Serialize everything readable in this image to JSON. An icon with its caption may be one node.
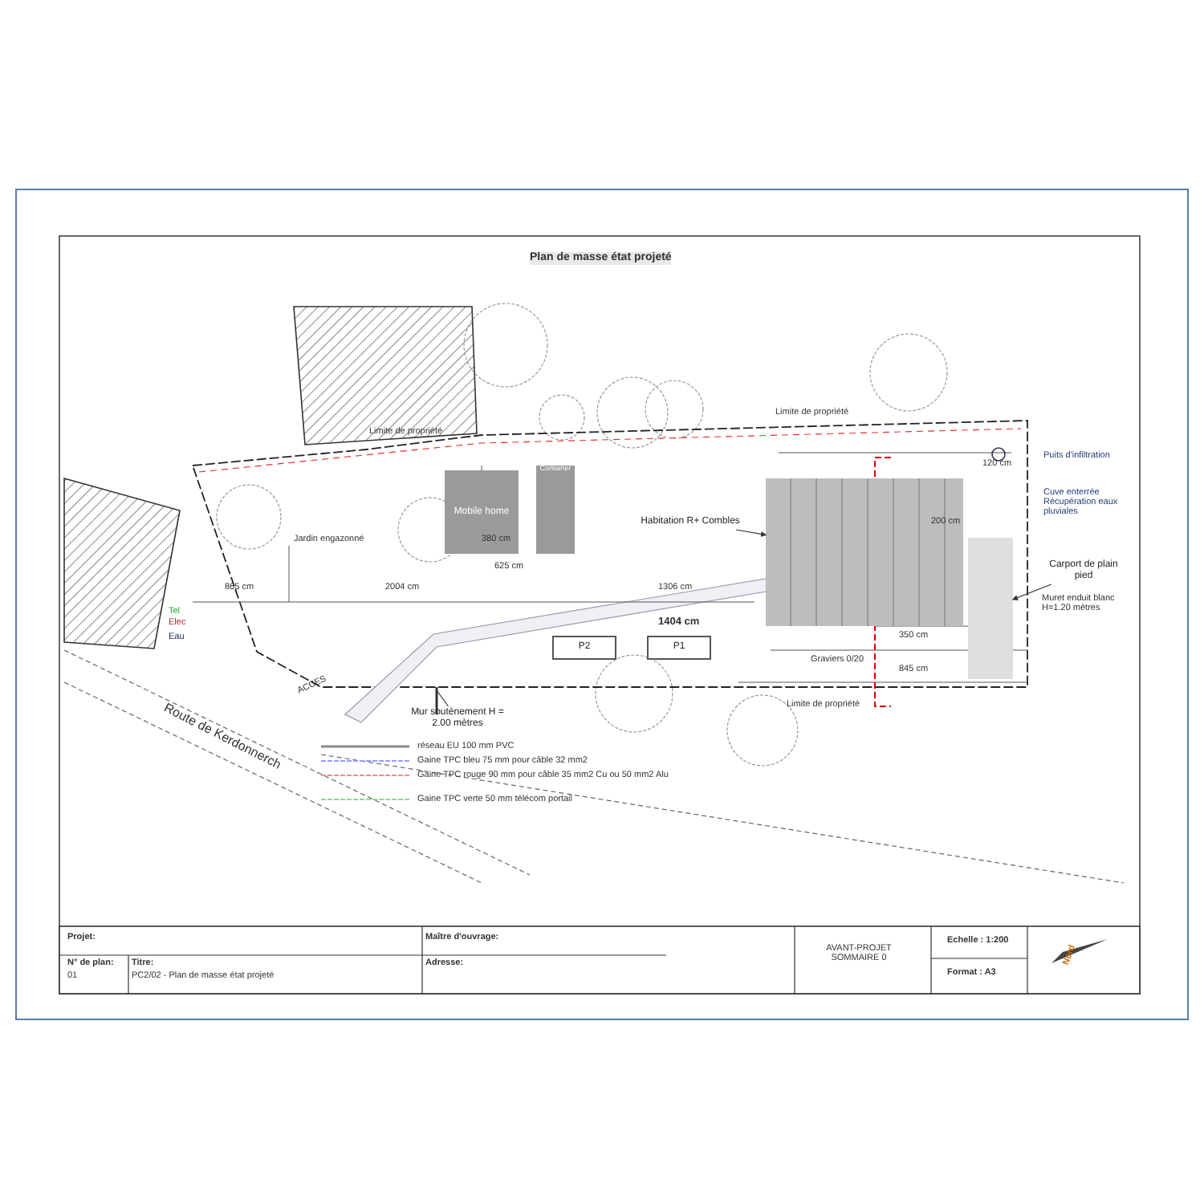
{
  "diagram": {
    "title": "Plan de masse état projeté",
    "nodes": [
      {
        "text": [
          "Mobile home"
        ]
      },
      {
        "text": [
          "Container"
        ]
      },
      {
        "text": [],
        "shape": "box"
      },
      {
        "text": [
          "Habitation R+ Combles"
        ]
      },
      {
        "text": [
          "P2"
        ]
      },
      {
        "text": [
          "P1"
        ]
      },
      {
        "text": [],
        "shape": "box"
      },
      {
        "text": [
          "Carport de plain pied"
        ]
      },
      {
        "text": [
          "Mur soutènement H = 2.00 mètres"
        ]
      }
    ],
    "edges": [
      {
        "from": 3,
        "to": 2,
        "arrow": "to"
      },
      {
        "from": 7,
        "to": 6,
        "arrow": "to"
      },
      {
        "from": 8,
        "to": null,
        "arrow": "none"
      }
    ],
    "labels": [
      "Limite de propriété",
      "Limite de propriété",
      "Puits d'infiltration",
      "Cuve enterrée Récupération eaux pluviales",
      "Jardin engazonné",
      "380 cm",
      "625 cm",
      "865 cm",
      "2004 cm",
      "1306 cm",
      "1404 cm",
      "200 cm",
      "120 cm",
      "Muret enduit blanc H=1.20 mètres",
      "Tel",
      "Elec",
      "Eau",
      "ACCES",
      "Route de Kerdonnerch",
      "350 cm",
      "Graviers 0/20",
      "845 cm",
      "Limite de propriété",
      "Projet:",
      "N° de plan:",
      "01",
      "Titre:",
      "PC2/02 - Plan de masse état projeté",
      "Maître d'ouvrage:",
      "Adresse:",
      "AVANT-PROJET SOMMAIRE 0",
      "Echelle : 1:200",
      "Format : A3",
      "Nord"
    ],
    "legend": [
      {
        "text": "réseau EU 100 mm PVC"
      },
      {
        "text": "Gaine TPC bleu 75 mm pour câble 32 mm2"
      },
      {
        "text": "Gaine TPC rouge 90 mm pour câble 35 mm2 Cu ou 50 mm2 Alu"
      },
      {
        "text": "Gaine TPC verte 50 mm télécom portail"
      }
    ]
  }
}
